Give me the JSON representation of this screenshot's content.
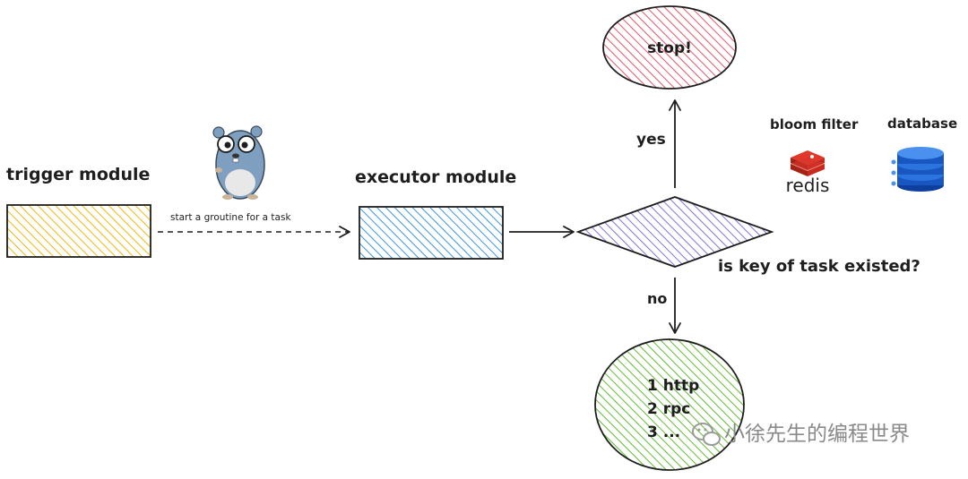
{
  "labels": {
    "trigger_module": "trigger module",
    "executor_module": "executor module",
    "arrow_text": "start a groutine for a task",
    "decision": "is key of task existed?",
    "yes": "yes",
    "no": "no",
    "stop": "stop!",
    "bloom_filter": "bloom filter",
    "database": "database",
    "redis_logo_text": "redis"
  },
  "steps": [
    "1 http",
    "2 rpc",
    "3 ..."
  ],
  "watermark": "小徐先生的编程世界",
  "icons": {
    "mascot": "go-gopher-icon",
    "redis": "redis-icon",
    "database": "database-icon",
    "watermark": "wechat-icon"
  },
  "colors": {
    "trigger_fill": "#f4c430",
    "executor_fill": "#4a9fe0",
    "decision_fill": "#8a7be0",
    "stop_fill": "#e85a6a",
    "action_fill": "#6cc23a",
    "redis_red": "#d82c20",
    "db_blue": "#2f6fd6"
  }
}
